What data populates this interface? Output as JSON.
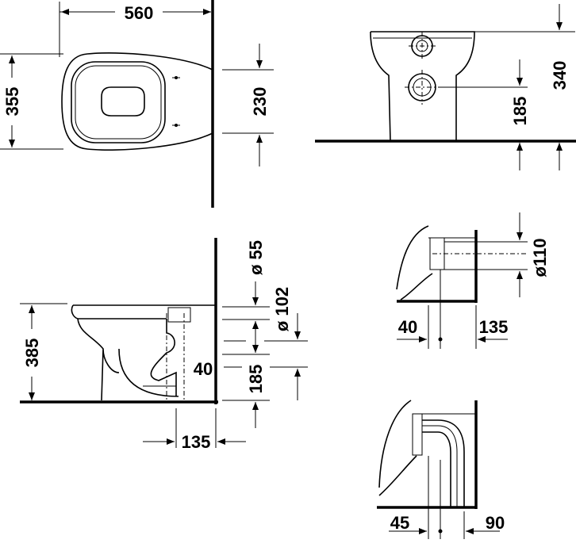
{
  "drawing": {
    "top_view": {
      "width": "560",
      "depth": "355",
      "fixing_spacing": "230"
    },
    "front_view": {
      "total_height": "340",
      "outlet_height": "185"
    },
    "side_view": {
      "inlet_diameter": "ø 55",
      "outlet_diameter": "ø 102",
      "height": "385",
      "outlet_offset": "40",
      "outlet_height": "185",
      "wall_distance": "135"
    },
    "horizontal_outlet_detail": {
      "pipe_diameter": "ø110",
      "left_offset": "40",
      "right_offset": "135"
    },
    "vertical_outlet_detail": {
      "left_offset": "45",
      "right_offset": "90"
    }
  }
}
